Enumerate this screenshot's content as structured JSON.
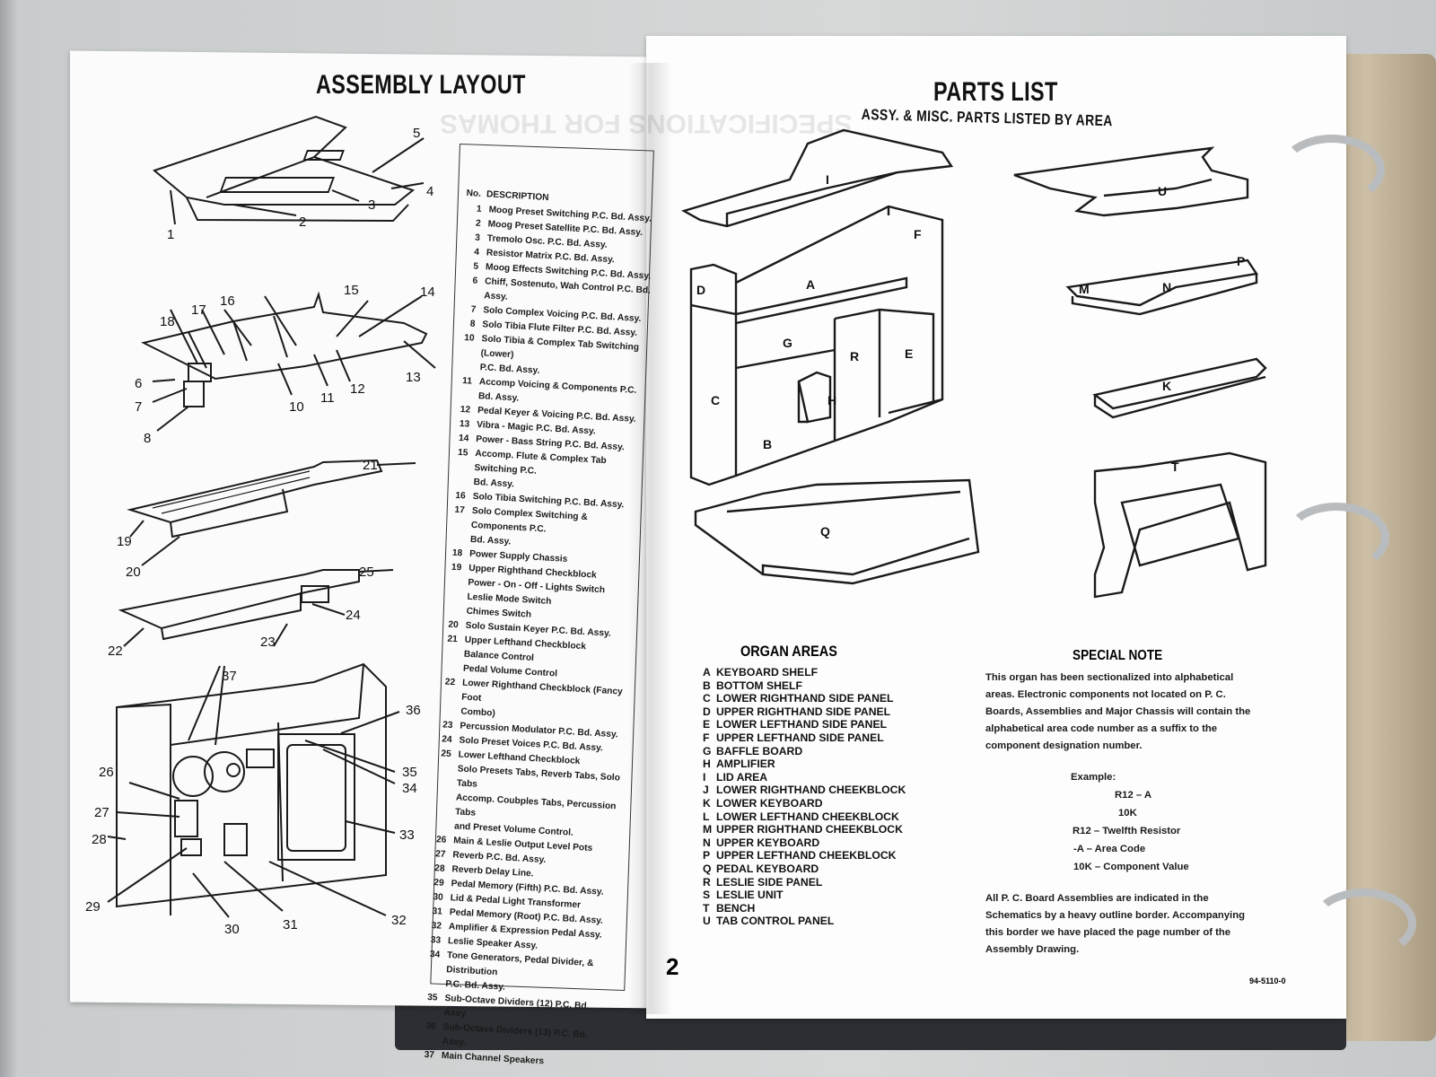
{
  "left_page": {
    "title": "ASSEMBLY LAYOUT",
    "parts_header": {
      "no": "No.",
      "description": "DESCRIPTION"
    },
    "parts": [
      {
        "no": "1",
        "desc": "Moog Preset Switching P.C. Bd. Assy."
      },
      {
        "no": "2",
        "desc": "Moog Preset Satellite P.C. Bd. Assy."
      },
      {
        "no": "3",
        "desc": "Tremolo Osc. P.C. Bd. Assy."
      },
      {
        "no": "4",
        "desc": "Resistor Matrix P.C. Bd. Assy."
      },
      {
        "no": "5",
        "desc": "Moog Effects Switching P.C. Bd. Assy."
      },
      {
        "no": "6",
        "desc": "Chiff, Sostenuto, Wah Control P.C. Bd. Assy."
      },
      {
        "no": "7",
        "desc": "Solo Complex Voicing P.C. Bd. Assy."
      },
      {
        "no": "8",
        "desc": "Solo Tibia Flute Filter P.C. Bd. Assy."
      },
      {
        "no": "10",
        "desc": "Solo Tibia & Complex Tab Switching (Lower)\nP.C. Bd. Assy."
      },
      {
        "no": "11",
        "desc": "Accomp Voicing & Components P.C. Bd. Assy."
      },
      {
        "no": "12",
        "desc": "Pedal Keyer & Voicing P.C. Bd. Assy."
      },
      {
        "no": "13",
        "desc": "Vibra - Magic P.C. Bd. Assy."
      },
      {
        "no": "14",
        "desc": "Power - Bass String P.C. Bd. Assy."
      },
      {
        "no": "15",
        "desc": "Accomp. Flute & Complex Tab Switching P.C.\nBd. Assy."
      },
      {
        "no": "16",
        "desc": "Solo Tibia Switching P.C. Bd. Assy."
      },
      {
        "no": "17",
        "desc": "Solo Complex Switching & Components P.C.\nBd. Assy."
      },
      {
        "no": "18",
        "desc": "Power Supply Chassis"
      },
      {
        "no": "19",
        "desc": "Upper Righthand Checkblock",
        "sub": [
          "Power - On - Off - Lights Switch",
          "Leslie Mode Switch",
          "Chimes Switch"
        ]
      },
      {
        "no": "20",
        "desc": "Solo Sustain Keyer P.C. Bd. Assy."
      },
      {
        "no": "21",
        "desc": "Upper Lefthand Checkblock",
        "sub": [
          "Balance Control",
          "Pedal Volume Control"
        ]
      },
      {
        "no": "22",
        "desc": "Lower Righthand Checkblock (Fancy Foot\nCombo)"
      },
      {
        "no": "23",
        "desc": "Percussion Modulator P.C. Bd. Assy."
      },
      {
        "no": "24",
        "desc": "Solo Preset Voices P.C. Bd. Assy."
      },
      {
        "no": "25",
        "desc": "Lower Lefthand Checkblock",
        "sub": [
          "Solo Presets Tabs, Reverb Tabs, Solo Tabs",
          "Accomp. Coubples Tabs, Percussion Tabs",
          "and Preset Volume Control."
        ]
      },
      {
        "no": "26",
        "desc": "Main & Leslie Output Level Pots"
      },
      {
        "no": "27",
        "desc": "Reverb P.C. Bd. Assy."
      },
      {
        "no": "28",
        "desc": "Reverb Delay Line."
      },
      {
        "no": "29",
        "desc": "Pedal Memory (Fifth) P.C. Bd. Assy."
      },
      {
        "no": "30",
        "desc": "Lid & Pedal Light Transformer"
      },
      {
        "no": "31",
        "desc": "Pedal Memory (Root) P.C. Bd. Assy."
      },
      {
        "no": "32",
        "desc": "Amplifier & Expression Pedal Assy."
      },
      {
        "no": "33",
        "desc": "Leslie Speaker Assy."
      },
      {
        "no": "34",
        "desc": "Tone Generators, Pedal Divider, & Distribution\nP.C. Bd. Assy."
      },
      {
        "no": "35",
        "desc": "Sub-Octave Dividers (12) P.C. Bd. Assy."
      },
      {
        "no": "36",
        "desc": "Sub-Octave Dividers (13) P.C. Bd. Assy."
      },
      {
        "no": "37",
        "desc": "Main Channel Speakers"
      }
    ],
    "callouts": [
      "1",
      "2",
      "3",
      "4",
      "5",
      "6",
      "7",
      "8",
      "10",
      "11",
      "12",
      "13",
      "14",
      "15",
      "16",
      "17",
      "18",
      "19",
      "20",
      "21",
      "22",
      "23",
      "24",
      "25",
      "26",
      "27",
      "28",
      "29",
      "30",
      "31",
      "32",
      "33",
      "34",
      "35",
      "36",
      "37"
    ],
    "page_number": "2"
  },
  "right_page": {
    "title": "PARTS LIST",
    "subtitle": "ASSY. & MISC. PARTS LISTED BY AREA",
    "diagram_labels": [
      "I",
      "U",
      "A",
      "D",
      "F",
      "G",
      "R",
      "E",
      "C",
      "H",
      "B",
      "P",
      "M",
      "N",
      "K",
      "T",
      "Q"
    ],
    "organ_areas_title": "ORGAN AREAS",
    "organ_areas": [
      {
        "code": "A",
        "name": "KEYBOARD SHELF"
      },
      {
        "code": "B",
        "name": "BOTTOM SHELF"
      },
      {
        "code": "C",
        "name": "LOWER RIGHTHAND SIDE PANEL"
      },
      {
        "code": "D",
        "name": "UPPER RIGHTHAND SIDE PANEL"
      },
      {
        "code": "E",
        "name": "LOWER LEFTHAND SIDE PANEL"
      },
      {
        "code": "F",
        "name": "UPPER LEFTHAND SIDE PANEL"
      },
      {
        "code": "G",
        "name": "BAFFLE BOARD"
      },
      {
        "code": "H",
        "name": "AMPLIFIER"
      },
      {
        "code": "I",
        "name": "LID AREA"
      },
      {
        "code": "J",
        "name": "LOWER RIGHTHAND CHEEKBLOCK"
      },
      {
        "code": "K",
        "name": "LOWER KEYBOARD"
      },
      {
        "code": "L",
        "name": "LOWER LEFTHAND CHEEKBLOCK"
      },
      {
        "code": "M",
        "name": "UPPER RIGHTHAND CHEEKBLOCK"
      },
      {
        "code": "N",
        "name": "UPPER KEYBOARD"
      },
      {
        "code": "P",
        "name": "UPPER LEFTHAND CHEEKBLOCK"
      },
      {
        "code": "Q",
        "name": "PEDAL KEYBOARD"
      },
      {
        "code": "R",
        "name": "LESLIE SIDE PANEL"
      },
      {
        "code": "S",
        "name": "LESLIE UNIT"
      },
      {
        "code": "T",
        "name": "BENCH"
      },
      {
        "code": "U",
        "name": "TAB CONTROL PANEL"
      }
    ],
    "special_note_title": "SPECIAL NOTE",
    "special_note_text": "This organ has been sectionalized into alphabetical areas. Electronic components not located on P. C. Boards, Assemblies and Major Chassis will contain the alphabetical area code number as a suffix to the component designation number.",
    "example": {
      "label": "Example:",
      "designation": "R12 – A",
      "value": "10K",
      "legend": [
        "R12 – Twelfth Resistor",
        "-A  – Area Code",
        "10K – Component Value"
      ]
    },
    "closing_text": "All P. C. Board Assemblies are indicated in the Schematics by a heavy outline border. Accompanying this border we have placed the page number of the Assembly Drawing.",
    "doc_number": "94-5110-0"
  },
  "ghost_text": "SPECIFICATIONS FOR THOMAS"
}
